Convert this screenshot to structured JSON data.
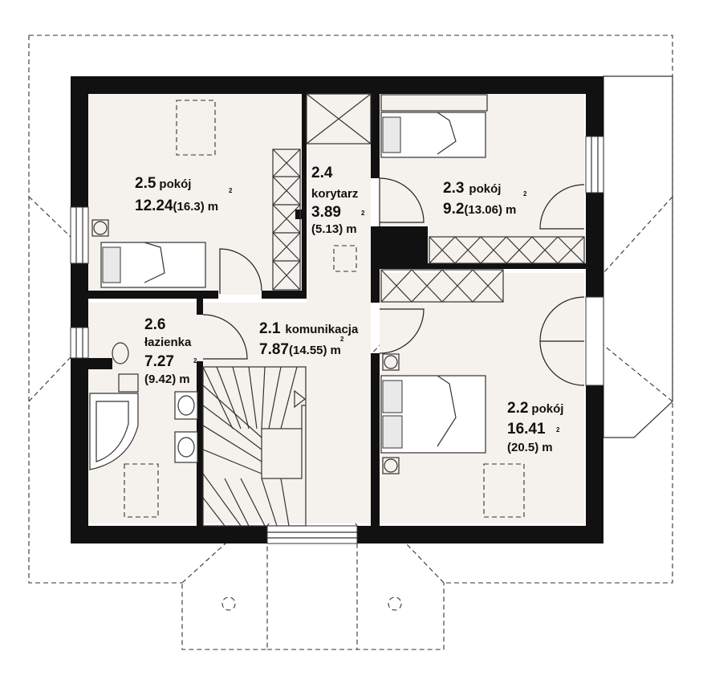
{
  "rooms": [
    {
      "id": "2.5",
      "name": "pokój",
      "area": "12.24",
      "gross": "(16.3)",
      "unit": "m",
      "sup": "2"
    },
    {
      "id": "2.4",
      "name": "korytarz",
      "area": "3.89",
      "gross": "(5.13)",
      "unit": "m",
      "sup": "2"
    },
    {
      "id": "2.3",
      "name": "pokój",
      "area": "9.2",
      "gross": "(13.06)",
      "unit": "m",
      "sup": "2"
    },
    {
      "id": "2.6",
      "name": "łazienka",
      "area": "7.27",
      "gross": "(9.42)",
      "unit": "m",
      "sup": "2"
    },
    {
      "id": "2.1",
      "name": "komunikacja",
      "area": "7.87",
      "gross": "(14.55)",
      "unit": "m",
      "sup": "2"
    },
    {
      "id": "2.2",
      "name": "pokój",
      "area": "16.41",
      "gross": "(20.5)",
      "unit": "m",
      "sup": "2"
    }
  ]
}
